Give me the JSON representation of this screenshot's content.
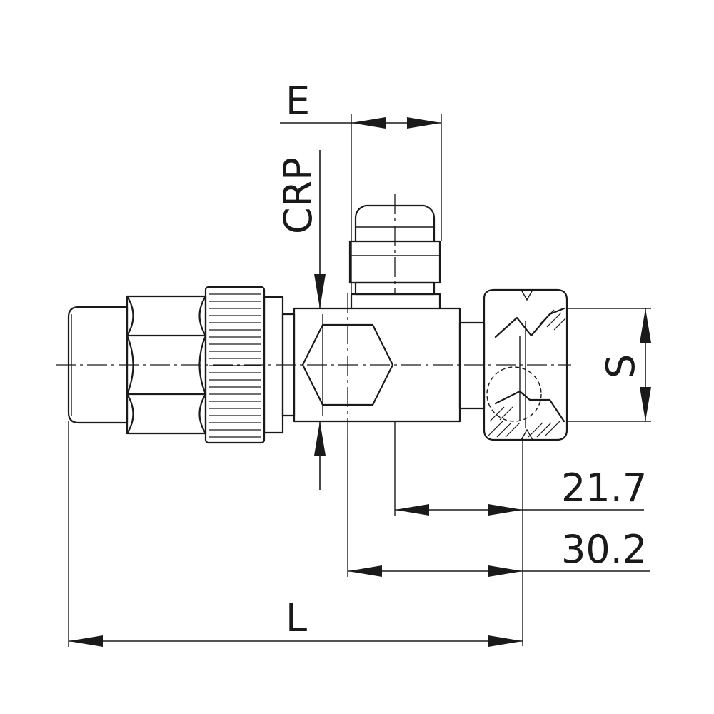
{
  "dimensions": {
    "E": "E",
    "CRP": "CRP",
    "S": "S",
    "d1": "21.7",
    "d2": "30.2",
    "L": "L"
  }
}
